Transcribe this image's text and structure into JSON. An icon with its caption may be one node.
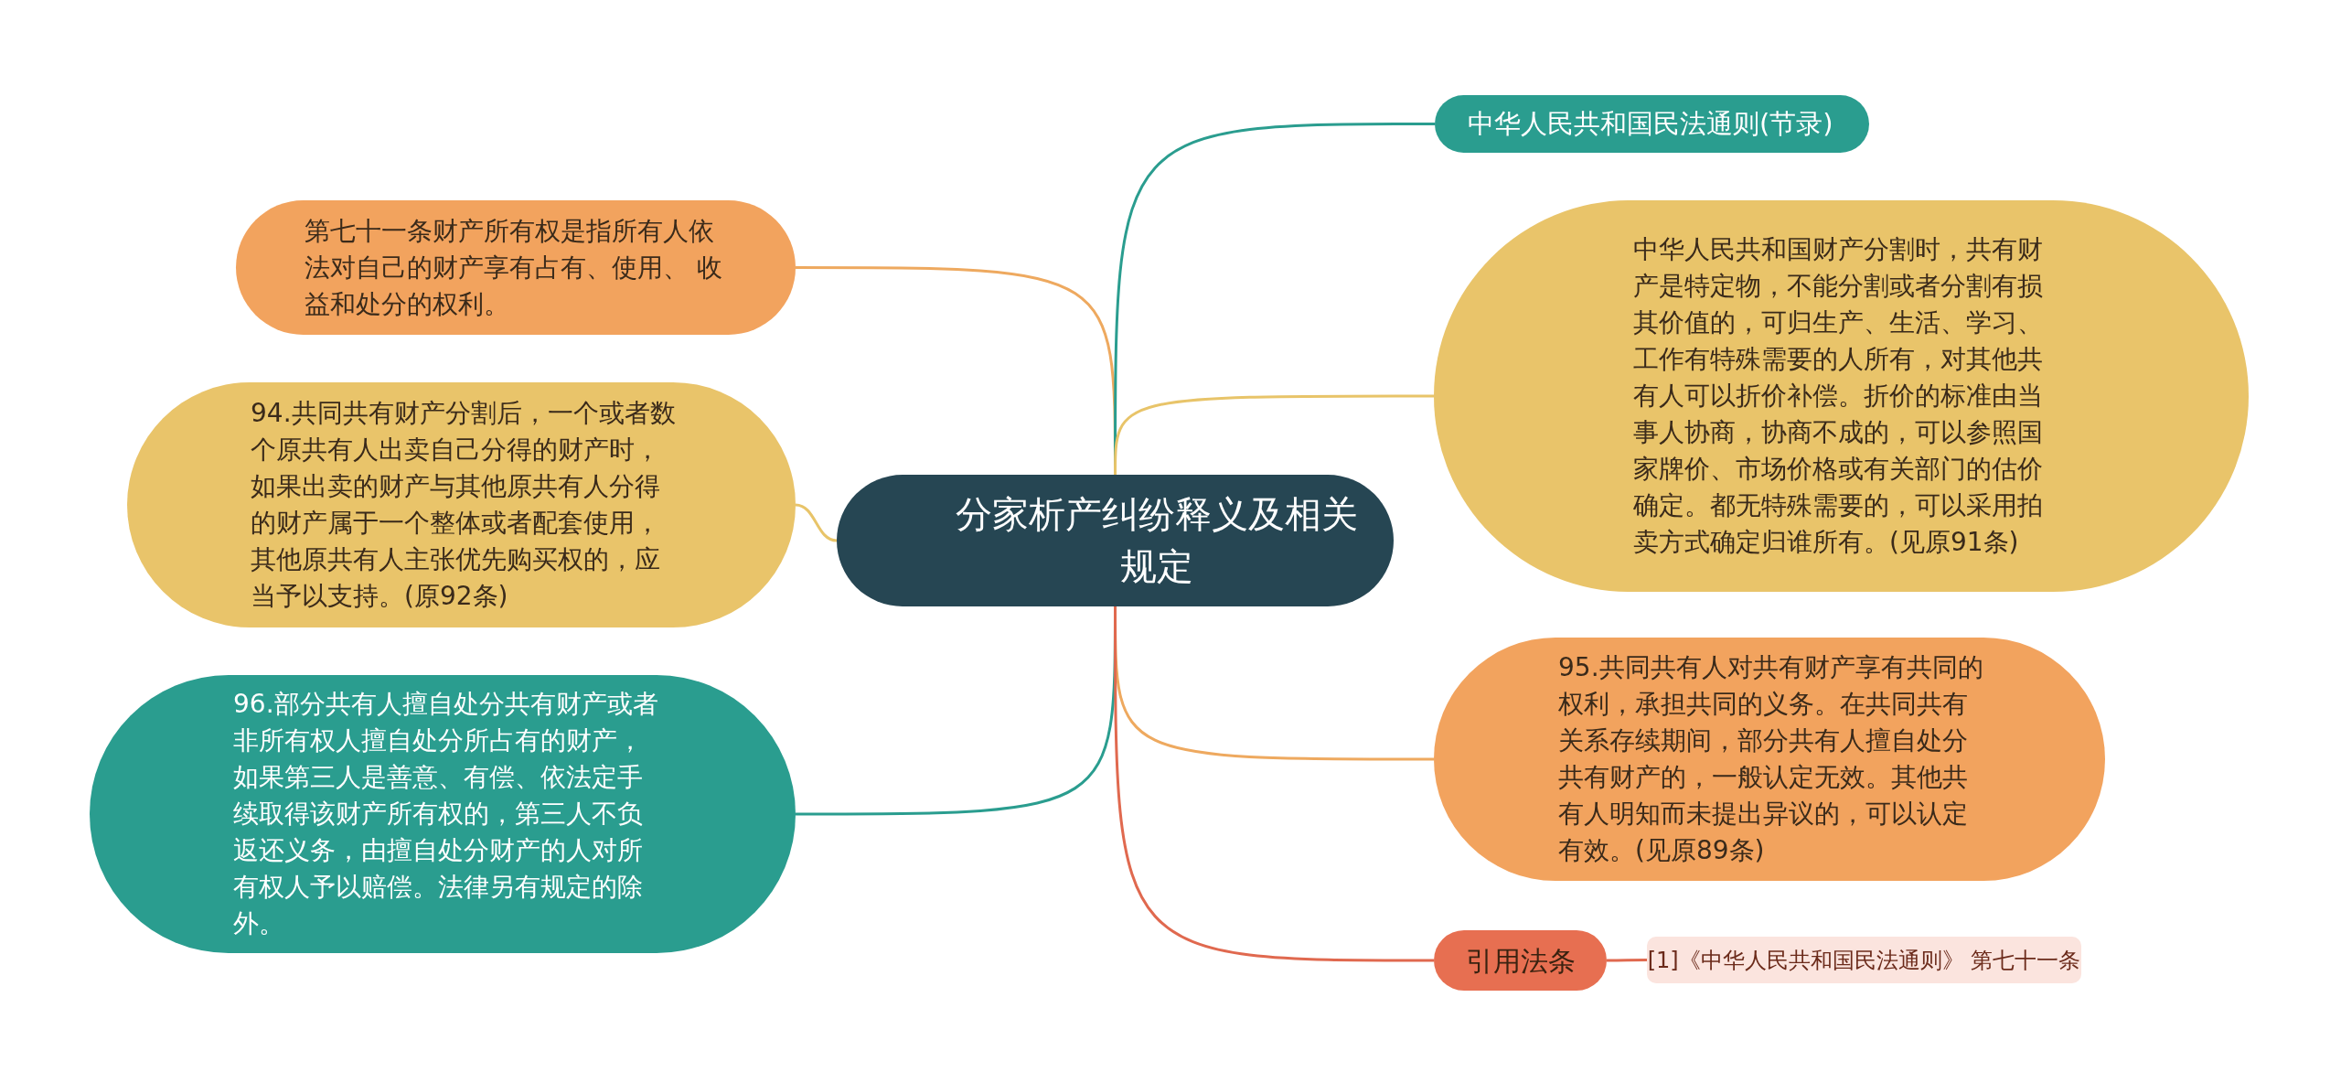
{
  "diagram": {
    "nodes": [
      {
        "text": [
          "分家析产纠纷释义及相关规定"
        ]
      },
      {
        "text": [
          "第七十一条财产所有权是指所有人依法对自己的财产享有占有、使用、 收益和处分的权利。"
        ]
      },
      {
        "text": [
          "94.共同共有财产分割后，一个或者数个原共有人出卖自己分得的财产时，如果出卖的财产与其他原共有人分得的财产属于一个整体或者配套使用，其他原共有人主张优先购买权的，应当予以支持。(原92条)"
        ]
      },
      {
        "text": [
          "96.部分共有人擅自处分共有财产或者非所有权人擅自处分所占有的财产，如果第三人是善意、有偿、依法定手续取得该财产所有权的，第三人不负返还义务，由擅自处分财产的人对所有权人予以赔偿。法律另有规定的除外。"
        ]
      },
      {
        "text": [
          "中华人民共和国民法通则(节录)"
        ]
      },
      {
        "text": [
          "中华人民共和国财产分割时，共有财产是特定物，不能分割或者分割有损其价值的，可归生产、生活、学习、工作有特殊需要的人所有，对其他共有人可以折价补偿。折价的标准由当事人协商，协商不成的，可以参照国家牌价、市场价格或有关部门的估价确定。都无特殊需要的，可以采用拍卖方式确定归谁所有。(见原91条)"
        ]
      },
      {
        "text": [
          "95.共同共有人对共有财产享有共同的权利，承担共同的义务。在共同共有关系存续期间，部分共有人擅自处分共有财产的，一般认定无效。其他共有人明知而未提出异议的，可以认定有效。(见原89条)"
        ]
      },
      {
        "text": [
          "引用法条"
        ]
      },
      {
        "text": [
          "[1]《中华人民共和国民法通则》 第七十一条"
        ]
      }
    ],
    "edges": [
      {
        "from": 0,
        "to": 1,
        "arrow": "none",
        "color": "#eea95f"
      },
      {
        "from": 0,
        "to": 2,
        "arrow": "none",
        "color": "#e8c469"
      },
      {
        "from": 0,
        "to": 3,
        "arrow": "none",
        "color": "#2a9d8f"
      },
      {
        "from": 0,
        "to": 4,
        "arrow": "none",
        "color": "#2a9d8f"
      },
      {
        "from": 0,
        "to": 5,
        "arrow": "none",
        "color": "#e8c469"
      },
      {
        "from": 0,
        "to": 6,
        "arrow": "none",
        "color": "#eea95f"
      },
      {
        "from": 0,
        "to": 7,
        "arrow": "none",
        "color": "#e0694f"
      },
      {
        "from": 7,
        "to": 8,
        "arrow": "none",
        "color": "#e0694f"
      }
    ]
  }
}
